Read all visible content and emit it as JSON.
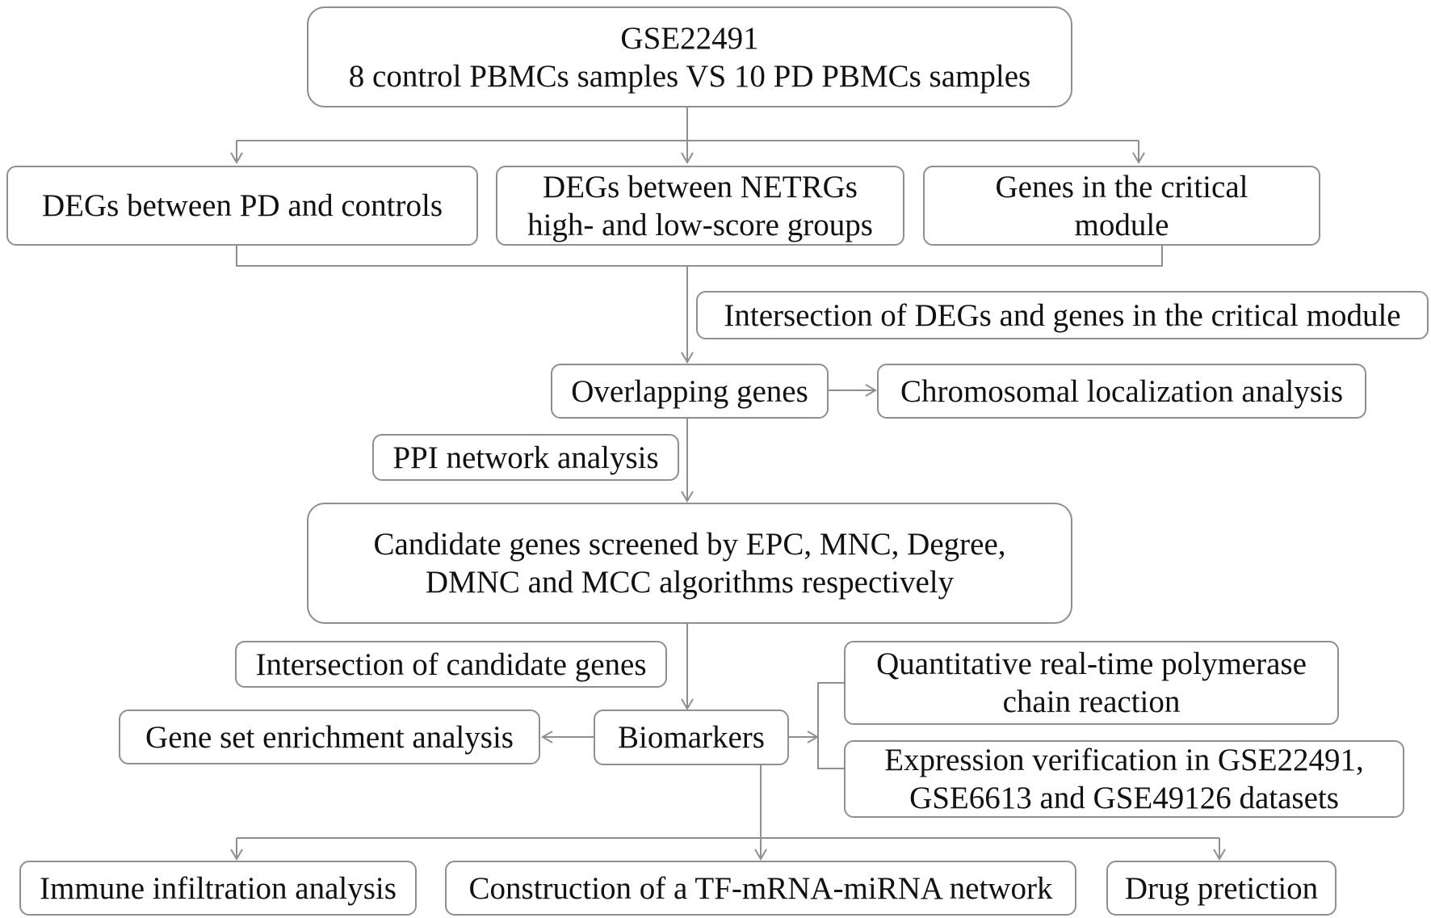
{
  "diagram": {
    "line_color": "#8f8f8f",
    "nodes": {
      "source": {
        "line1": "GSE22491",
        "line2": "8 control PBMCs samples VS 10 PD PBMCs samples"
      },
      "degs_pd_controls": {
        "line1": "DEGs between PD and controls"
      },
      "degs_netrgs": {
        "line1": "DEGs between NETRGs",
        "line2": "high- and low-score groups"
      },
      "critical_module_genes": {
        "line1": "Genes in the critical",
        "line2": "module"
      },
      "intersection_degs_module": {
        "line1": "Intersection of DEGs and genes in the critical module"
      },
      "overlapping_genes": {
        "line1": "Overlapping genes"
      },
      "chromosomal_localization": {
        "line1": "Chromosomal localization analysis"
      },
      "ppi_network": {
        "line1": "PPI network analysis"
      },
      "candidate_genes": {
        "line1": "Candidate genes screened by EPC, MNC, Degree,",
        "line2": "DMNC and MCC algorithms respectively"
      },
      "intersection_candidates": {
        "line1": "Intersection of candidate genes"
      },
      "qpcr": {
        "line1": "Quantitative real-time polymerase",
        "line2": "chain reaction"
      },
      "gsea": {
        "line1": "Gene set enrichment analysis"
      },
      "biomarkers": {
        "line1": "Biomarkers"
      },
      "expression_verification": {
        "line1": "Expression verification in GSE22491,",
        "line2": "GSE6613 and GSE49126 datasets"
      },
      "immune_infiltration": {
        "line1": "Immune infiltration analysis"
      },
      "tf_mrna_mirna": {
        "line1": "Construction of a TF-mRNA-miRNA network"
      },
      "drug_prediction": {
        "line1": "Drug pretiction"
      }
    }
  }
}
